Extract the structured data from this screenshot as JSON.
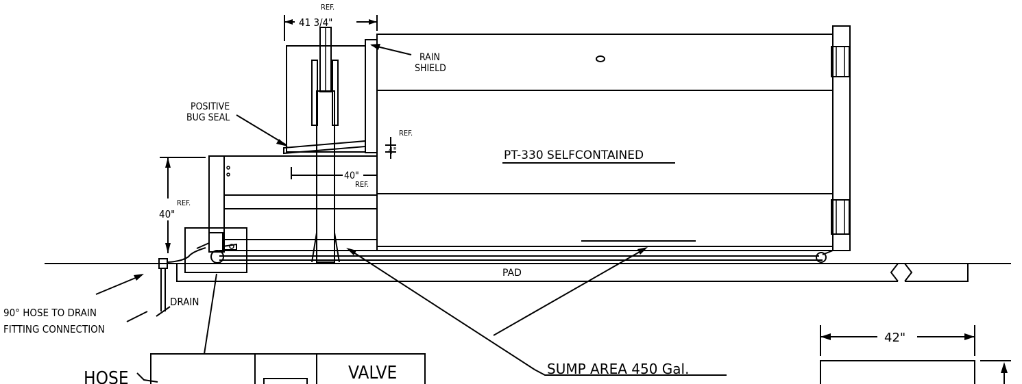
{
  "labels": {
    "ref_top": "REF.",
    "dim_41": "41 3/4\"",
    "rain_shield_1": "RAIN",
    "rain_shield_2": "SHIELD",
    "positive_1": "POSITIVE",
    "positive_2": "BUG SEAL",
    "ref_4": "REF.",
    "dim_4": "4\"",
    "title": "PT-330 SELFCONTAINED",
    "dim_40_mid": "40\"",
    "ref_40_mid": "REF.",
    "ref_left": "REF.",
    "dim_40_left": "40\"",
    "pad": "PAD",
    "drain": "DRAIN",
    "hose_drain_1": "90° HOSE TO DRAIN",
    "hose_drain_2": "FITTING CONNECTION",
    "hose": "HOSE",
    "valve": "VALVE",
    "sump": "SUMP AREA 450 Gal.",
    "dim_42": "42\""
  }
}
